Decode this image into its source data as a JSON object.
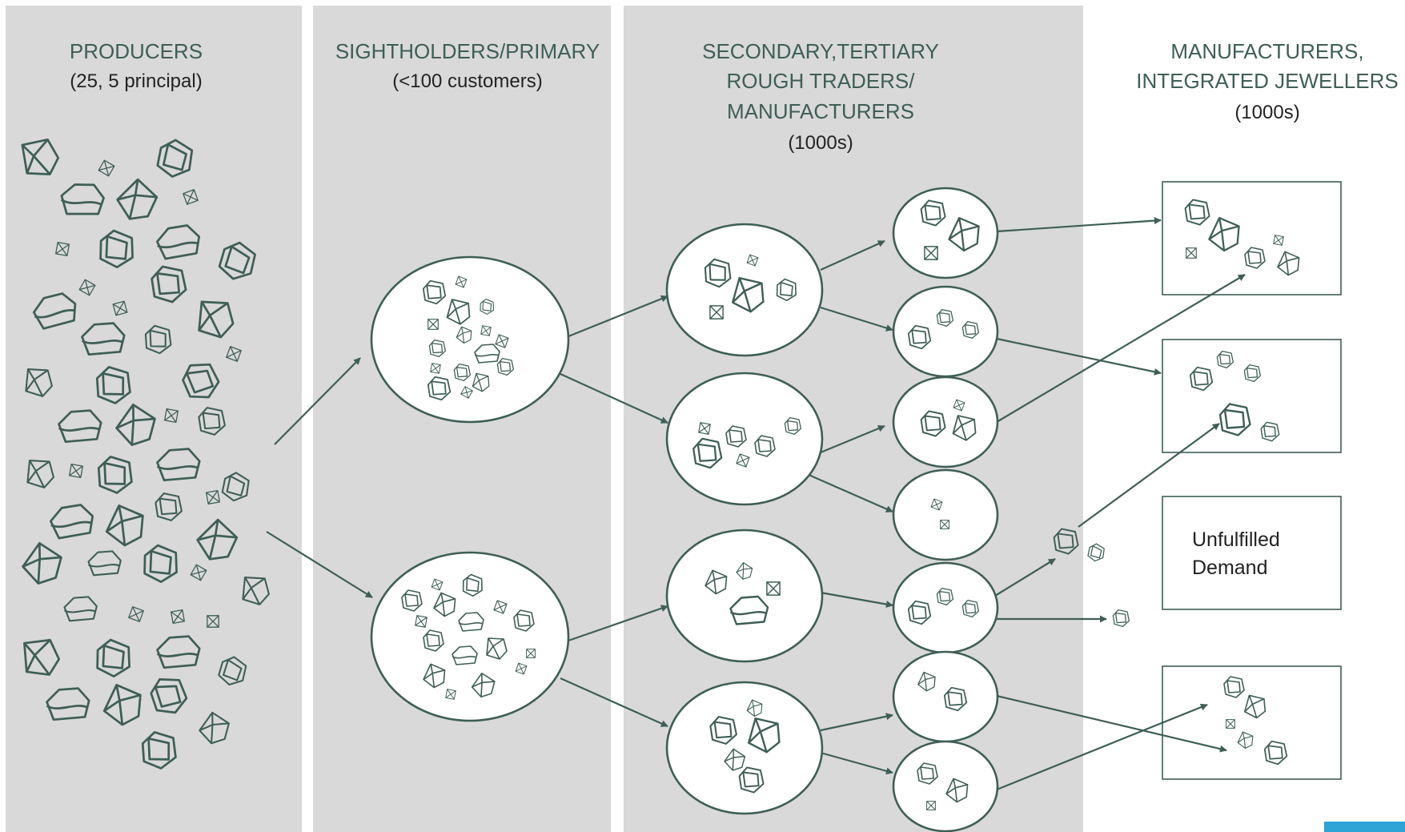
{
  "columns": [
    {
      "id": "producers",
      "title": "PRODUCERS",
      "subtitle": "(25, 5 principal)"
    },
    {
      "id": "sightholders",
      "title": "SIGHTHOLDERS/PRIMARY",
      "subtitle": "(<100 customers)"
    },
    {
      "id": "secondary",
      "title_lines": [
        "SECONDARY,TERTIARY",
        "ROUGH TRADERS/",
        "MANUFACTURERS"
      ],
      "subtitle": "(1000s)"
    },
    {
      "id": "manufacturers",
      "title_lines": [
        "MANUFACTURERS,",
        "INTEGRATED JEWELLERS"
      ],
      "subtitle": "(1000s)"
    }
  ],
  "unfulfilled_box": {
    "lines": [
      "Unfulfilled",
      "Demand"
    ]
  },
  "colors": {
    "column_background": "#d9d9d9",
    "stroke": "#3e5e56",
    "heading_text": "#3e5e56",
    "body_text": "#222222",
    "accent": "#2ea3d6"
  },
  "icons": [
    "rough-diamond-icon",
    "rock-chunk-icon",
    "arrow-icon"
  ]
}
